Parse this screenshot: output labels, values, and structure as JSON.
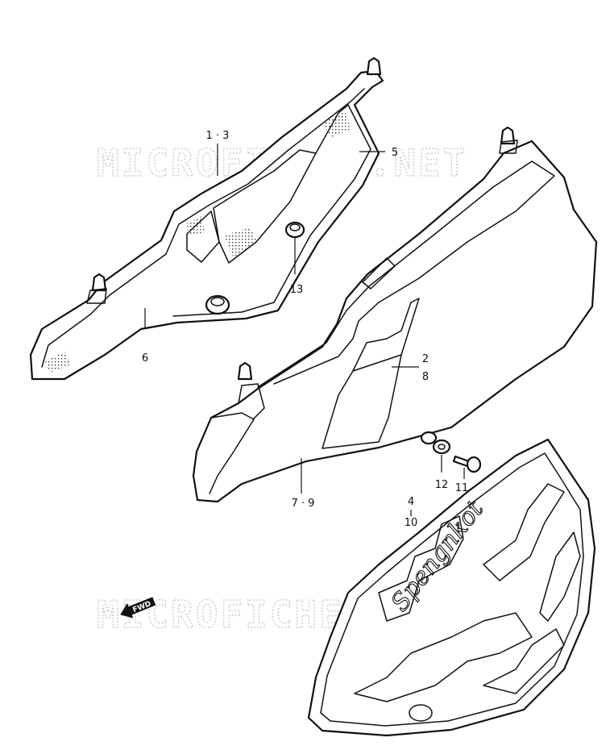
{
  "watermark": {
    "text": "MICROFICHES.NET",
    "color": "#c9c9c9"
  },
  "labels": {
    "part_1_3": "1 · 3",
    "part_5": "5",
    "part_13": "13",
    "part_6": "6",
    "part_2": "2",
    "part_8": "8",
    "part_12": "12",
    "part_11": "11",
    "part_7_9": "7 · 9",
    "part_4": "4",
    "part_10": "10"
  },
  "fwd_marker": {
    "text": "FWD",
    "icon": "arrow-left-icon"
  },
  "decal": {
    "script_text": "Spengnkot"
  },
  "colors": {
    "line": "#111111",
    "background": "#ffffff"
  }
}
